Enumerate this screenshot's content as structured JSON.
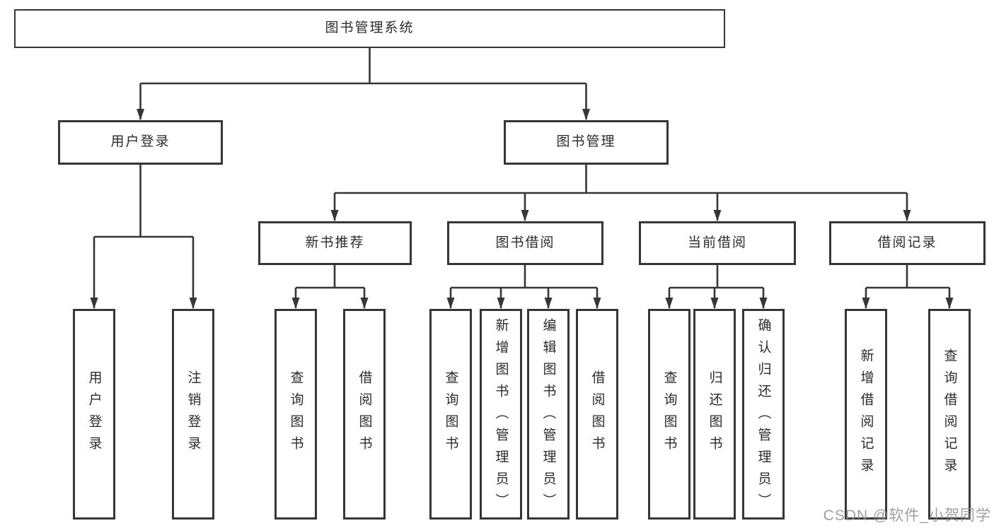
{
  "colors": {
    "line": "#363636",
    "border": "#363636",
    "text": "#2b2b2b",
    "bg": "#ffffff",
    "watermark": "#8f8f8f"
  },
  "tree": {
    "root": {
      "label": "图书管理系统",
      "children": [
        {
          "label": "用户登录",
          "children": [
            {
              "label": "用户登录"
            },
            {
              "label": "注销登录"
            }
          ]
        },
        {
          "label": "图书管理",
          "children": [
            {
              "label": "新书推荐",
              "children": [
                {
                  "label": "查询图书"
                },
                {
                  "label": "借阅图书"
                }
              ]
            },
            {
              "label": "图书借阅",
              "children": [
                {
                  "label": "查询图书"
                },
                {
                  "label": "新增图书（管理员）"
                },
                {
                  "label": "编辑图书（管理员）"
                },
                {
                  "label": "借阅图书"
                }
              ]
            },
            {
              "label": "当前借阅",
              "children": [
                {
                  "label": "查询图书"
                },
                {
                  "label": "归还图书"
                },
                {
                  "label": "确认归还（管理员）"
                }
              ]
            },
            {
              "label": "借阅记录",
              "children": [
                {
                  "label": "新增借阅记录"
                },
                {
                  "label": "查询借阅记录"
                }
              ]
            }
          ]
        }
      ]
    }
  },
  "watermark": {
    "text": "CSDN @软件_小贺同学"
  }
}
